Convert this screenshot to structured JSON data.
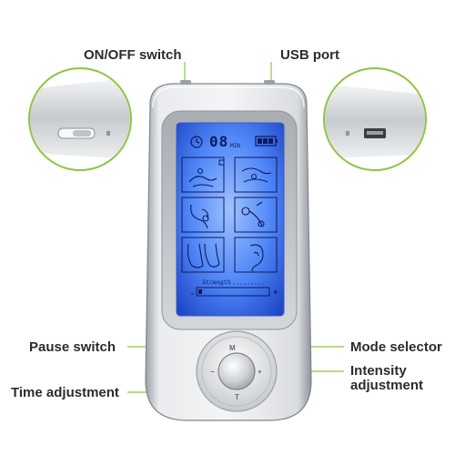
{
  "callouts": {
    "onoff_switch": "ON/OFF switch",
    "usb_port": "USB port",
    "pause_switch": "Pause switch",
    "mode_selector": "Mode selector",
    "intensity_line1": "Intensity",
    "intensity_line2": "adjustment",
    "time_adjustment": "Time adjustment"
  },
  "lcd": {
    "timer_digits": "08",
    "timer_unit": "MIN",
    "strength_label": "Strength",
    "minus": "-",
    "plus": "+"
  },
  "buttons": {
    "mode": "M",
    "time": "T",
    "minus": "−",
    "plus": "+"
  },
  "colors": {
    "callout_line": "#8dc63f",
    "lcd_blue": "#2f5ee6",
    "device_silver": "#cfd2d6"
  },
  "icons": [
    "clock-icon",
    "battery-icon",
    "body-massage-icon",
    "joint-icon",
    "foot-icon",
    "ear-icon"
  ]
}
